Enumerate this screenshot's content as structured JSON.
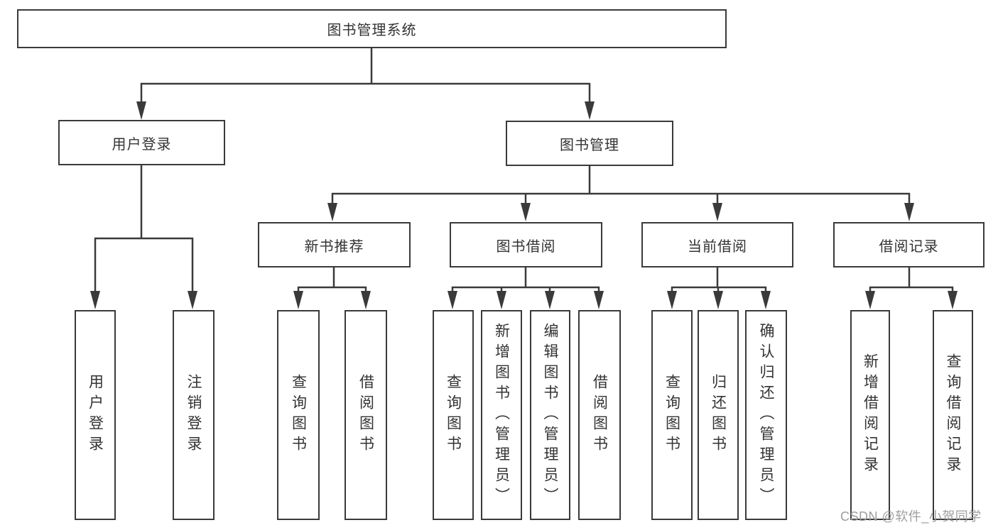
{
  "diagram": {
    "root": "图书管理系统",
    "user_login": {
      "label": "用户登录",
      "children": [
        "用户登录",
        "注销登录"
      ]
    },
    "book_mgmt": {
      "label": "图书管理",
      "modules": [
        {
          "label": "新书推荐",
          "children": [
            "查询图书",
            "借阅图书"
          ]
        },
        {
          "label": "图书借阅",
          "children": [
            "查询图书",
            "新增图书（管理员）",
            "编辑图书（管理员）",
            "借阅图书"
          ]
        },
        {
          "label": "当前借阅",
          "children": [
            "查询图书",
            "归还图书",
            "确认归还（管理员）"
          ]
        },
        {
          "label": "借阅记录",
          "children": [
            "新增借阅记录",
            "查询借阅记录"
          ]
        }
      ]
    }
  },
  "watermark": "CSDN @软件_小贺同学",
  "colors": {
    "line": "#3a3a3a",
    "box_border": "#3a3a3a",
    "text": "#333333",
    "watermark": "#9e9e9e",
    "background": "#ffffff"
  }
}
